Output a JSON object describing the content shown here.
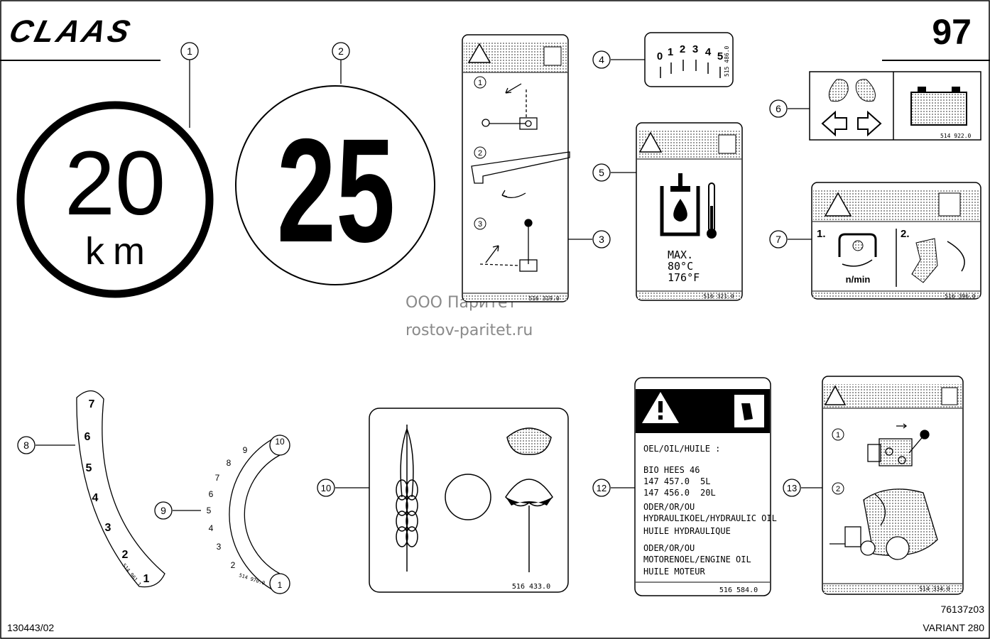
{
  "header": {
    "brand": "CLAAS",
    "page_number": "97"
  },
  "footer": {
    "drawing_ref": "76137z03",
    "doc_number": "130443/02",
    "model": "VARIANT 280"
  },
  "watermark": {
    "company": "ООО Паритет",
    "url": "rostov-paritet.ru"
  },
  "callouts": [
    "1",
    "2",
    "3",
    "4",
    "5",
    "6",
    "7",
    "8",
    "9",
    "10",
    "12",
    "13"
  ],
  "labels": {
    "speed20": {
      "number": "20",
      "unit": "km"
    },
    "speed25": {
      "number": "25"
    },
    "decal3": {
      "steps": [
        "1",
        "2",
        "3"
      ],
      "part_no": "516 319.0"
    },
    "decal4": {
      "digits": [
        "0",
        "1",
        "2",
        "3",
        "4",
        "5"
      ],
      "part_no": "515 486.0"
    },
    "decal5": {
      "lines": [
        "MAX.",
        "80°C",
        "176°F"
      ],
      "part_no": "516 321.0"
    },
    "decal6": {
      "part_no": "514 922.0"
    },
    "decal7": {
      "step1": "1.",
      "step2": "2.",
      "unit": "n/min",
      "part_no": "516 396.0"
    },
    "scale8": {
      "numbers": [
        "7",
        "6",
        "5",
        "4",
        "3",
        "2",
        "1"
      ],
      "part_no": "514 961.1"
    },
    "scale9": {
      "numbers": [
        "10",
        "9",
        "8",
        "7",
        "6",
        "5",
        "4",
        "3",
        "2",
        "1"
      ],
      "part_no": "514 970.0"
    },
    "decal10": {
      "part_no": "516 433.0"
    },
    "decal12": {
      "lines": [
        "OEL/OIL/HUILE :",
        "BIO HEES 46",
        "147 457.0",
        "5L",
        "147 456.0",
        "20L",
        "ODER/OR/OU",
        "HYDRAULIKOEL/HYDRAULIC OIL",
        "HUILE HYDRAULIQUE",
        "ODER/OR/OU",
        "MOTORENOEL/ENGINE OIL",
        "HUILE MOTEUR"
      ],
      "part_no": "516 584.0"
    },
    "decal13": {
      "steps": [
        "1",
        "2"
      ],
      "part_no": "514 334.0"
    }
  }
}
